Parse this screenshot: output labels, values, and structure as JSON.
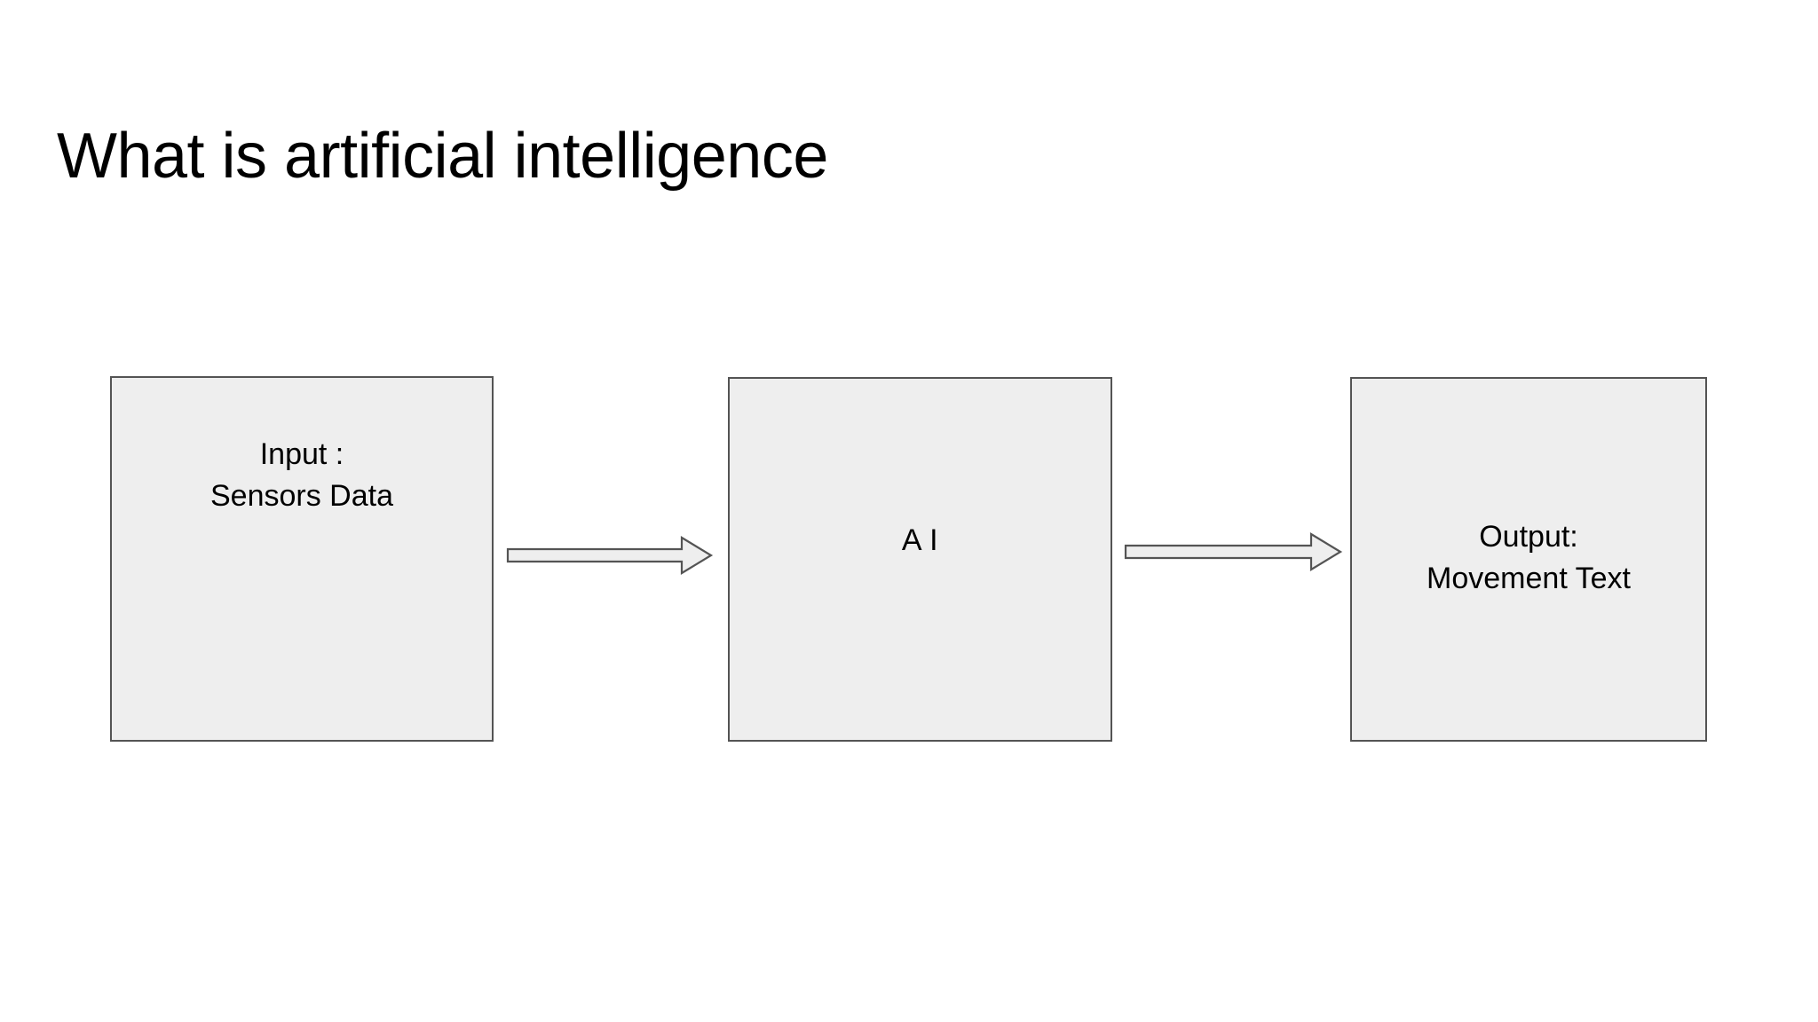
{
  "slide": {
    "title": "What is artificial intelligence",
    "background_color": "#ffffff",
    "title_color": "#000000"
  },
  "theme": {
    "box_fill": "#eeeeee",
    "box_border": "#545454",
    "arrow_fill": "#eeeeee",
    "arrow_border": "#545454",
    "text_color": "#000000"
  },
  "diagram": {
    "type": "flow",
    "orientation": "left-to-right",
    "nodes": [
      {
        "id": "input",
        "label": "Input :\nSensors Data",
        "line_1": "Input :",
        "line_2": "Sensors Data"
      },
      {
        "id": "ai",
        "label": "A I",
        "line_1": "A I",
        "line_2": ""
      },
      {
        "id": "output",
        "label": "Output:\nMovement Text",
        "line_1": "Output:",
        "line_2": "Movement Text"
      }
    ],
    "connectors": [
      {
        "id": "arrow-input-to-ai",
        "from": "input",
        "to": "ai",
        "icon": "block-arrow-right-icon"
      },
      {
        "id": "arrow-ai-to-output",
        "from": "ai",
        "to": "output",
        "icon": "block-arrow-right-icon"
      }
    ]
  }
}
